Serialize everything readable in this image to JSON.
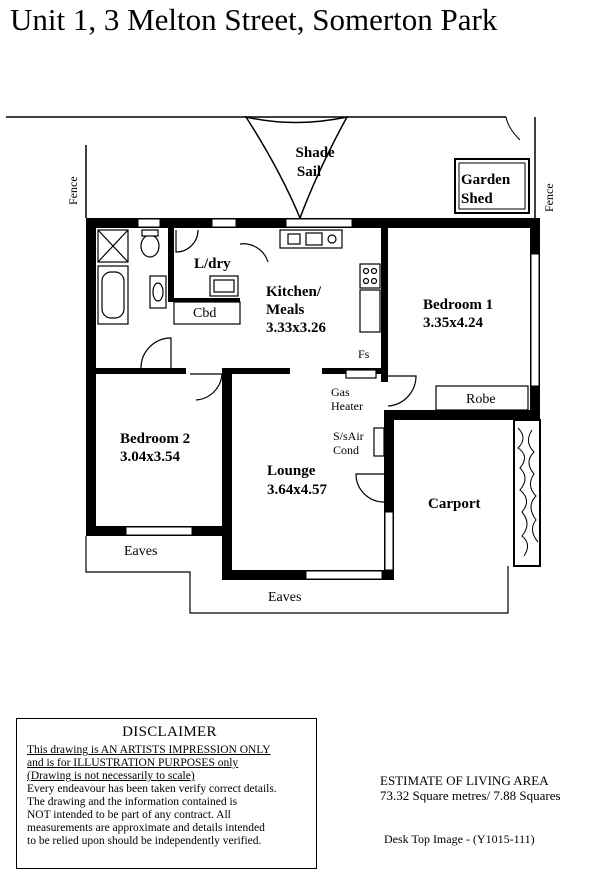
{
  "title": "Unit 1, 3 Melton Street, Somerton Park",
  "rooms": {
    "shade_sail": [
      "Shade",
      "Sail"
    ],
    "garden_shed": [
      "Garden",
      "Shed"
    ],
    "fence_left": "Fence",
    "fence_right": "Fence",
    "laundry": "L/dry",
    "cupboard": "Cbd",
    "kitchen": [
      "Kitchen/",
      "Meals",
      "3.33x3.26"
    ],
    "fridge_space": "Fs",
    "bedroom1": [
      "Bedroom 1",
      "3.35x4.24"
    ],
    "robe": "Robe",
    "gas_heater": [
      "Gas",
      "Heater"
    ],
    "split_system": [
      "S/sAir",
      "Cond"
    ],
    "bedroom2": [
      "Bedroom 2",
      "3.04x3.54"
    ],
    "lounge": [
      "Lounge",
      "3.64x4.57"
    ],
    "carport": "Carport",
    "eaves_left": "Eaves",
    "eaves_bottom": "Eaves"
  },
  "disclaimer": {
    "heading": "DISCLAIMER",
    "lines_underlined": [
      "This drawing is AN ARTISTS IMPRESSION ONLY",
      "and is for ILLUSTRATION PURPOSES only",
      "(Drawing is not necessarily to scale)"
    ],
    "lines_plain": [
      "Every endeavour has been taken verify correct details.",
      "The drawing and the information contained is",
      "NOT intended to be part of any contract.  All",
      "measurements are approximate and details intended",
      "to be relied upon should be independently verified."
    ]
  },
  "estimate": {
    "heading": "ESTIMATE OF LIVING AREA",
    "value": "73.32 Square metres/  7.88 Squares"
  },
  "image_ref": "Desk Top Image - (Y1015-111)"
}
